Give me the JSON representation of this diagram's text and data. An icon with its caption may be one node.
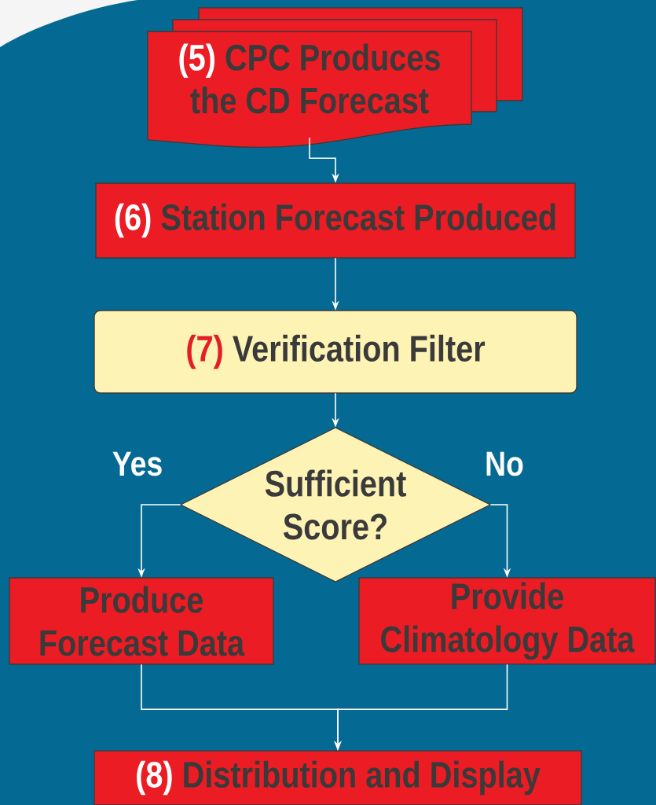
{
  "diagram": {
    "nodes": [
      {
        "text": [
          "(5)",
          "CPC Produces the CD Forecast"
        ]
      },
      {
        "text": [
          "(6)",
          "Station Forecast Produced"
        ]
      },
      {
        "text": [
          "(7)",
          "Verification Filter"
        ]
      },
      {
        "text": [
          "Sufficient Score?"
        ]
      },
      {
        "text": [
          "Produce Forecast Data"
        ]
      },
      {
        "text": [
          "Provide Climatology Data"
        ]
      },
      {
        "text": [
          "(8)",
          "Distribution and Display"
        ]
      }
    ],
    "edges": [
      {
        "from": 0,
        "to": 1,
        "arrow": "to"
      },
      {
        "from": 1,
        "to": 2,
        "arrow": "to"
      },
      {
        "from": 2,
        "to": 3,
        "arrow": "to"
      },
      {
        "from": 3,
        "to": 4,
        "arrow": "to",
        "label": "Yes"
      },
      {
        "from": 3,
        "to": 5,
        "arrow": "to",
        "label": "No"
      },
      {
        "from": 4,
        "to": 6,
        "arrow": "to"
      },
      {
        "from": 5,
        "to": 6,
        "arrow": "to"
      }
    ]
  }
}
